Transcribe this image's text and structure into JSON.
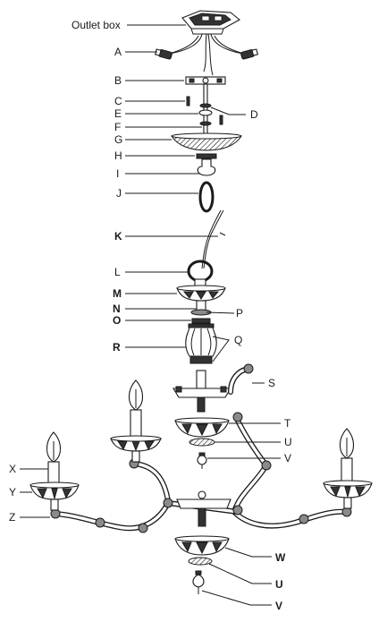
{
  "labels": {
    "outlet_box": "Outlet box",
    "A": "A",
    "B": "B",
    "C": "C",
    "D": "D",
    "E": "E",
    "F": "F",
    "G": "G",
    "H": "H",
    "I": "I",
    "J": "J",
    "K": "K",
    "L": "L",
    "M": "M",
    "N": "N",
    "O": "O",
    "P": "P",
    "Q": "Q",
    "R": "R",
    "S": "S",
    "T": "T",
    "U_upper": "U",
    "V_upper": "V",
    "W": "W",
    "U_lower": "U",
    "V_lower": "V",
    "X": "X",
    "Y": "Y",
    "Z": "Z"
  }
}
